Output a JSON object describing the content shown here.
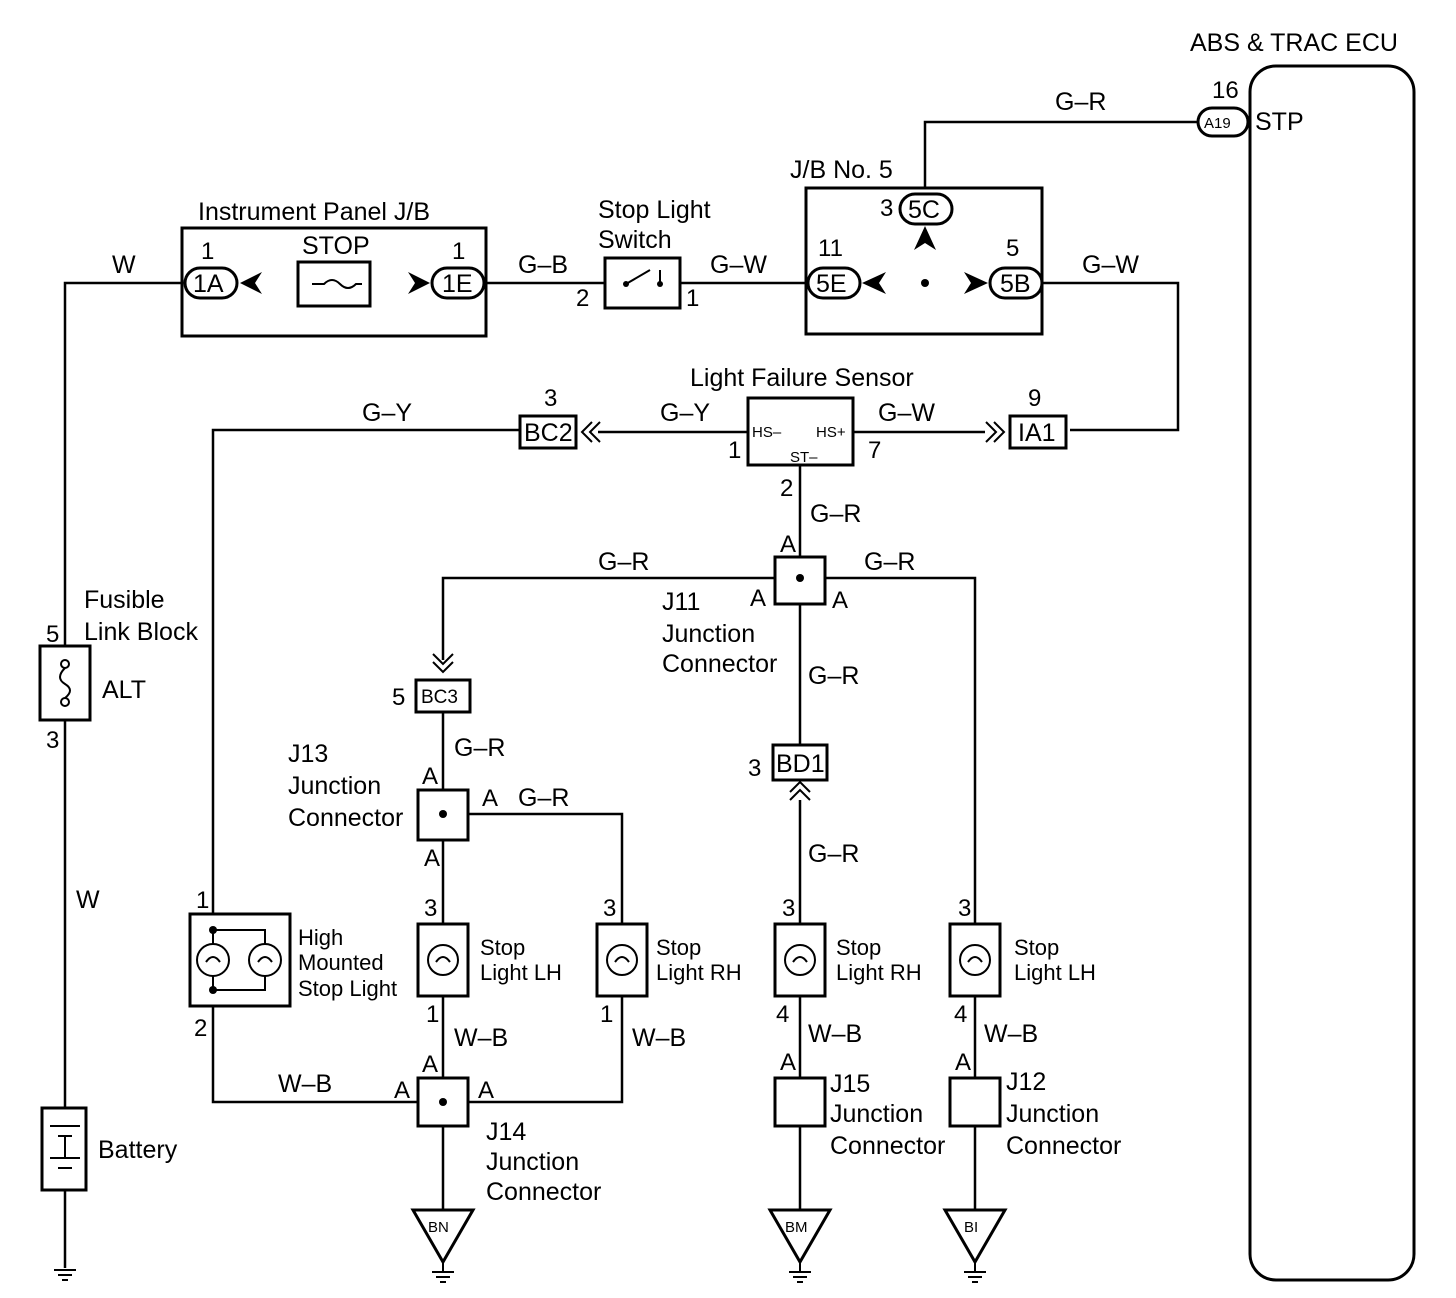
{
  "ecu": {
    "title": "ABS & TRAC ECU",
    "pin": "16",
    "connector": "A19",
    "terminal": "STP"
  },
  "wires": {
    "ecu_feed": "G–R",
    "battery_feed": "W",
    "switch_in": "G–B",
    "switch_out": "G–W",
    "jb5_out": "G–W",
    "sensor_hs_minus": "G–Y",
    "sensor_hs_plus": "G–W",
    "high_mount_feed": "G–Y",
    "sensor_st_out": "G–R",
    "j11_left": "G–R",
    "j11_right": "G–R",
    "j11_down": "G–R",
    "bc3_out": "G–R",
    "j13_right": "G–R",
    "bd1_out": "G–R",
    "lh_ground": "W–B",
    "rh_ground": "W–B",
    "high_mount_ground": "W–B",
    "rh_right_ground": "W–B",
    "lh_right_ground": "W–B",
    "alt_to_battery": "W"
  },
  "instrument_jb": {
    "title": "Instrument Panel J/B",
    "fuse": "STOP",
    "conn_in": "1A",
    "pin_in": "1",
    "conn_out": "1E",
    "pin_out": "1"
  },
  "stop_switch": {
    "title_line1": "Stop Light",
    "title_line2": "Switch",
    "pin_in": "2",
    "pin_out": "1"
  },
  "jb5": {
    "title": "J/B No. 5",
    "conn_top": "5C",
    "pin_top": "3",
    "conn_left": "5E",
    "pin_left": "11",
    "conn_right": "5B",
    "pin_right": "5"
  },
  "sensor": {
    "title": "Light Failure Sensor",
    "hs_minus": "HS–",
    "hs_plus": "HS+",
    "st_minus": "ST–",
    "pin_left": "1",
    "pin_right": "7",
    "pin_bottom": "2"
  },
  "bc2": {
    "label": "BC2",
    "pin": "3"
  },
  "ia1": {
    "label": "IA1",
    "pin": "9"
  },
  "fusible": {
    "title_line1": "Fusible",
    "title_line2": "Link Block",
    "fuse": "ALT",
    "pin_top": "5",
    "pin_bottom": "3"
  },
  "battery": {
    "label": "Battery"
  },
  "j11": {
    "name": "J11",
    "line1": "Junction",
    "line2": "Connector",
    "a": "A"
  },
  "j13": {
    "name": "J13",
    "line1": "Junction",
    "line2": "Connector",
    "a": "A"
  },
  "j14": {
    "name": "J14",
    "line1": "Junction",
    "line2": "Connector",
    "a": "A"
  },
  "j15": {
    "name": "J15",
    "line1": "Junction",
    "line2": "Connector",
    "a": "A"
  },
  "j12": {
    "name": "J12",
    "line1": "Junction",
    "line2": "Connector",
    "a": "A"
  },
  "bc3": {
    "label": "BC3",
    "pin": "5"
  },
  "bd1": {
    "label": "BD1",
    "pin": "3"
  },
  "high_mount": {
    "line1": "High",
    "line2": "Mounted",
    "line3": "Stop Light",
    "pin_top": "1",
    "pin_bottom": "2"
  },
  "lamp_lh1": {
    "line1": "Stop",
    "line2": "Light LH",
    "pin_top": "3",
    "pin_bottom": "1"
  },
  "lamp_rh1": {
    "line1": "Stop",
    "line2": "Light RH",
    "pin_top": "3",
    "pin_bottom": "1"
  },
  "lamp_rh2": {
    "line1": "Stop",
    "line2": "Light RH",
    "pin_top": "3",
    "pin_bottom": "4"
  },
  "lamp_lh2": {
    "line1": "Stop",
    "line2": "Light LH",
    "pin_top": "3",
    "pin_bottom": "4"
  },
  "grounds": {
    "bn": "BN",
    "bm": "BM",
    "bi": "BI"
  }
}
